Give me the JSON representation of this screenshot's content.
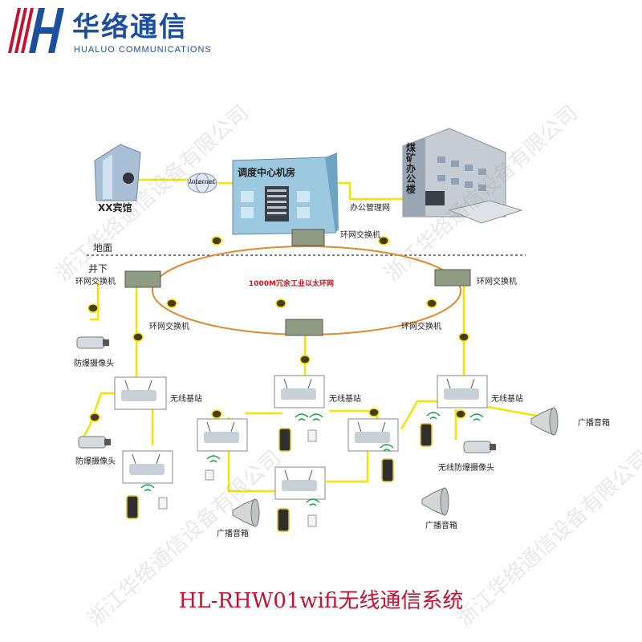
{
  "logo": {
    "cn": "华络通信",
    "en": "HUALUO COMMUNICATIONS"
  },
  "watermark": "浙江华络通信设备有限公司",
  "diagram": {
    "hotel": "XX宾馆",
    "internet": "Internet",
    "dispatch_center": "调度中心机房",
    "coal_office": "煤矿办公楼",
    "office_network": "办公管理网",
    "ground": "地面",
    "underground": "井下",
    "ring_switch": "环网交换机",
    "ring_label": "1000M冗余工业以太环网",
    "camera": "防爆摄像头",
    "wireless_station": "无线基站",
    "wireless_camera": "无线防爆摄像头",
    "speaker": "广播音箱"
  },
  "footer": {
    "title": "HL-RHW01wifi无线通信系统"
  },
  "colors": {
    "brand_blue": "#1c4fa0",
    "brand_red": "#c8102e",
    "cable_yellow": "#f2e600",
    "ring_orange": "#e08a2e",
    "ring_label_red": "#d8101c"
  }
}
